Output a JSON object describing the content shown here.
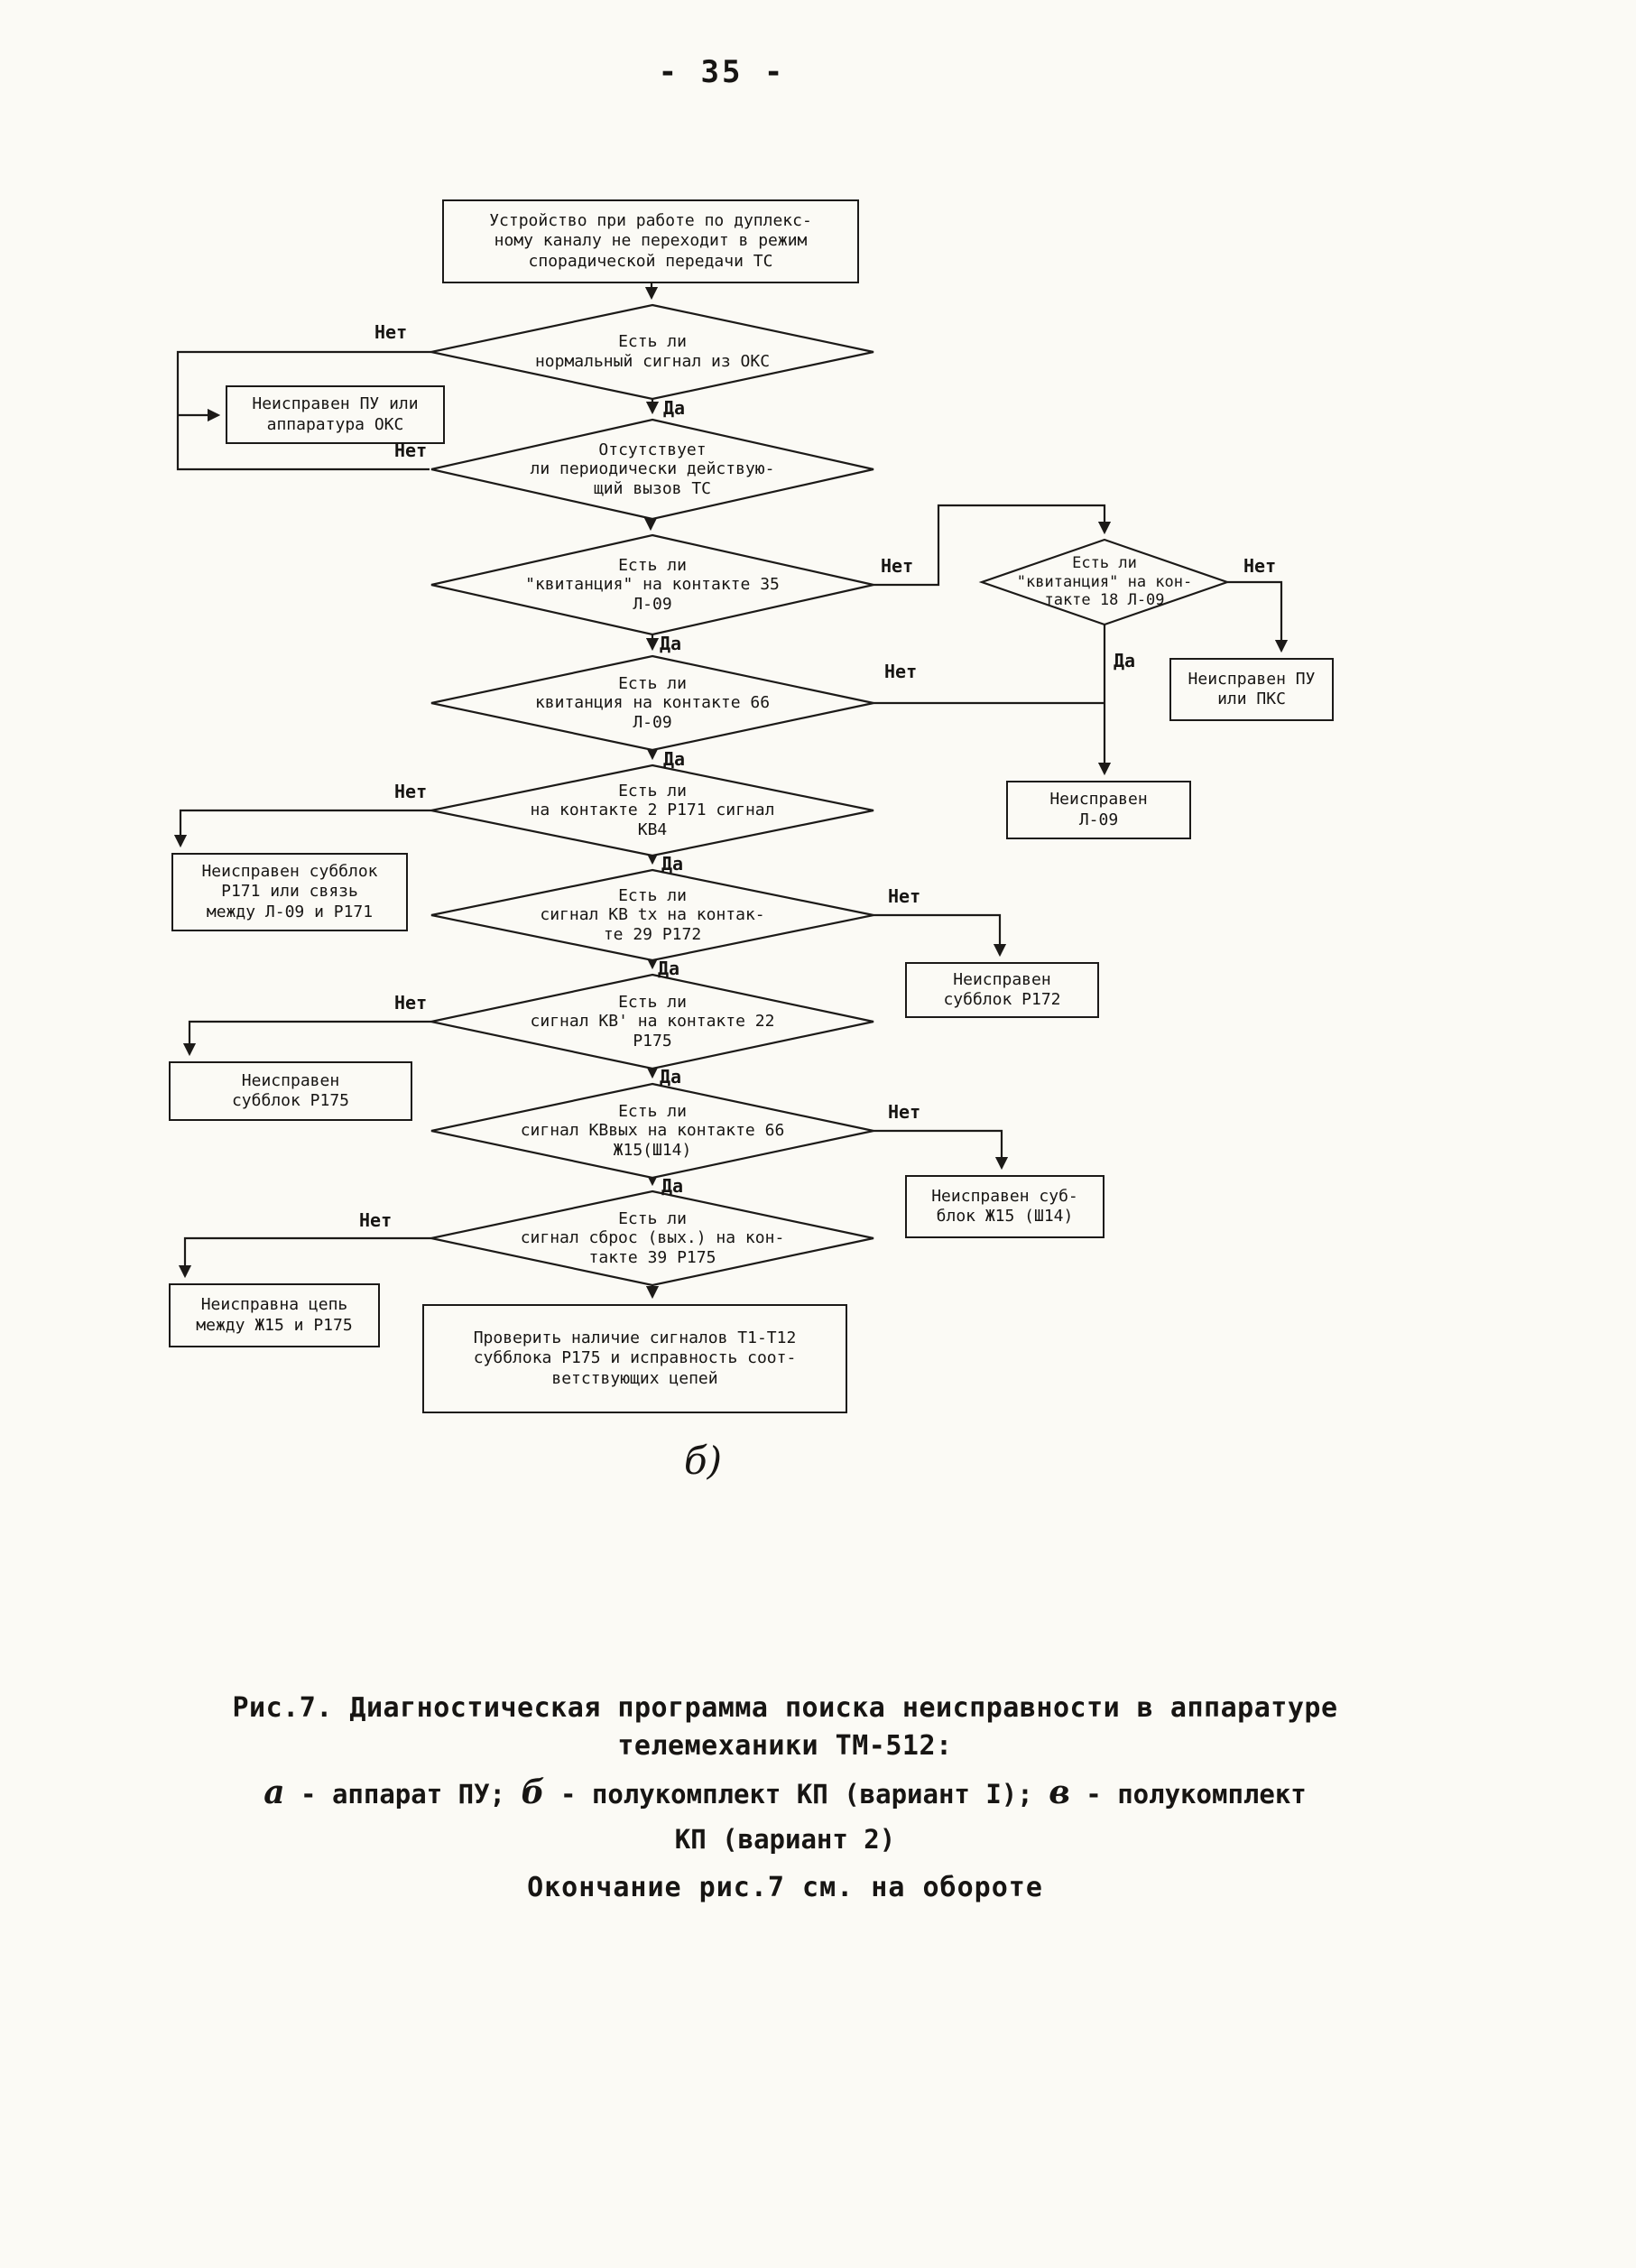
{
  "page": {
    "number": "- 35 -"
  },
  "labels": {
    "yes": "Да",
    "no": "Нет",
    "part": "б)"
  },
  "nodes": {
    "start": "Устройство при работе по дуплекс-\nному каналу не переходит в режим\nспорадической передачи ТС",
    "d1": "Есть ли\nнормальный сигнал из ОКС",
    "r1": "Неисправен ПУ или\nаппаратура ОКС",
    "d2": "Отсутствует\nли периодически действую-\nщий вызов ТС",
    "d3": "Есть ли\n\"квитанция\" на контакте 35\nЛ-09",
    "d3b": "Есть ли\n\"квитанция\" на кон-\nтакте 18 Л-09",
    "r2": "Неисправен ПУ\nили ПКС",
    "r3": "Неисправен\nЛ-09",
    "d4": "Есть ли\nквитанция на контакте 66\nЛ-09",
    "d5": "Есть ли\nна контакте 2 Р171 сигнал\nКВ4",
    "r4": "Неисправен субблок\nР171 или связь\nмежду Л-09 и Р171",
    "d6": "Есть ли\nсигнал КВ tх на контак-\nте 29 Р172",
    "r5": "Неисправен\nсубблок Р172",
    "d7": "Есть ли\nсигнал КВ' на контакте 22\nР175",
    "r6": "Неисправен\nсубблок Р175",
    "d8": "Есть ли\nсигнал КВвых на контакте 66\nЖ15(Ш14)",
    "r7": "Неисправен суб-\nблок Ж15 (Ш14)",
    "d9": "Есть ли\nсигнал сброс (вых.) на кон-\nтакте 39 Р175",
    "r8": "Неисправна цепь\nмежду Ж15 и Р175",
    "final": "Проверить наличие сигналов Т1-Т12\nсубблока Р175 и исправность соот-\nветствующих цепей"
  },
  "caption": {
    "title_line1": "Рис.7. Диагностическая программа поиска неисправности в аппаратуре",
    "title_line2": "телемеханики ТМ-512:",
    "legend": {
      "a": "а",
      "a_text": " - аппарат ПУ;  ",
      "b": "б",
      "b_text": " - полукомплект КП (вариант I);  ",
      "v": "в",
      "v_text": " - полукомплект"
    },
    "legend_line2": "КП (вариант 2)",
    "footer": "Окончание рис.7 см. на обороте"
  }
}
